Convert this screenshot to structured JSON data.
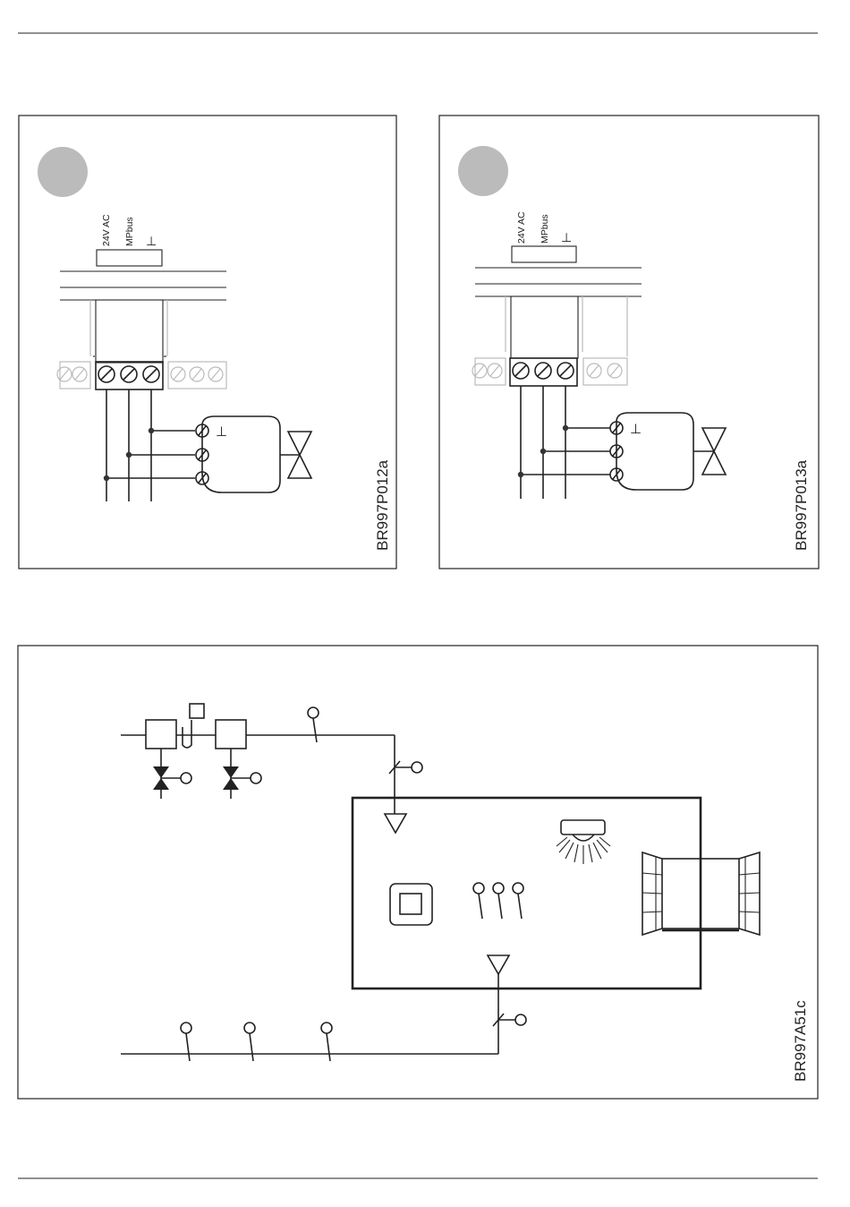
{
  "panels": [
    {
      "id": "panel-a",
      "terminal_labels": [
        "24V AC",
        "MPbus",
        "⊥"
      ],
      "actuator_label": "⊥",
      "code": "BR997P012a"
    },
    {
      "id": "panel-b",
      "terminal_labels": [
        "24V AC",
        "MPbus",
        "⊥"
      ],
      "actuator_label": "⊥",
      "code": "BR997P013a"
    }
  ],
  "system": {
    "code": "BR997A51c"
  },
  "colors": {
    "line": "#222222",
    "marker_grey": "#bbbbbb",
    "terminal_grey": "#bbbbbb"
  }
}
